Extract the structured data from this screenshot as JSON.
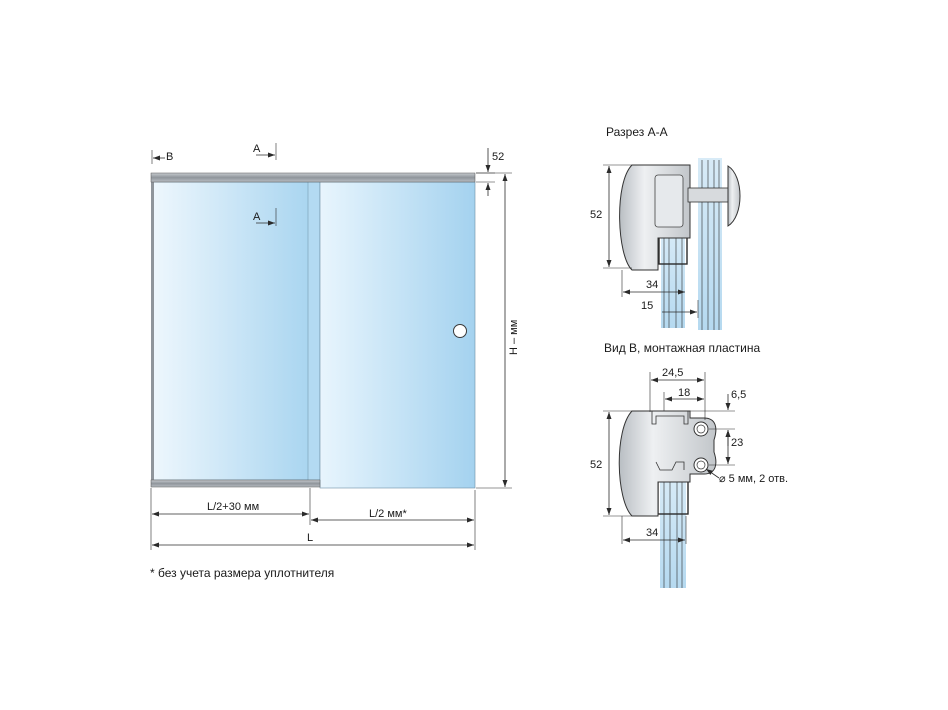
{
  "front_view": {
    "label_b": "B",
    "label_a_top": "A",
    "label_a_mid": "A",
    "dim_top": "52",
    "dim_height": "H – мм",
    "dim_left_width": "L/2+30 мм",
    "dim_right_width": "L/2 мм*",
    "dim_total_width": "L"
  },
  "section_aa": {
    "title": "Разрез А-А",
    "dim_height": "52",
    "dim_width": "34",
    "dim_gap": "15"
  },
  "view_b": {
    "title": "Вид B, монтажная пластина",
    "dim_width_outer": "24,5",
    "dim_width_inner": "18",
    "dim_hole_top": "6,5",
    "dim_hole_spacing": "23",
    "dim_height": "52",
    "dim_width": "34",
    "hole_note": "⌀ 5 мм, 2 отв."
  },
  "footnote": "* без учета размера уплотнителя",
  "colors": {
    "glass_light": "#e4f3fd",
    "glass_dark": "#a6d3ef",
    "rail": "#9aa0a6",
    "profile": "#cfd3d7"
  }
}
